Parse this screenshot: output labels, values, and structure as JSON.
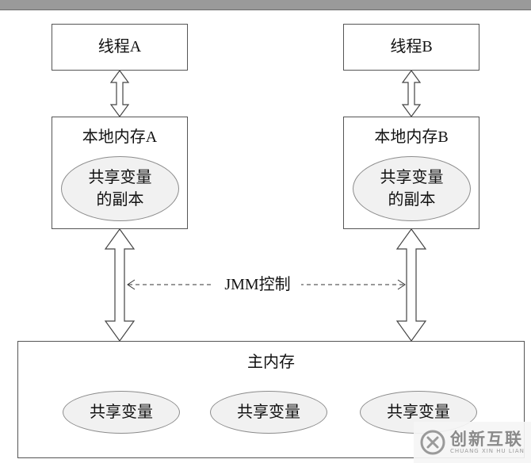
{
  "thread_a": {
    "label": "线程A"
  },
  "thread_b": {
    "label": "线程B"
  },
  "local_memory_a": {
    "label": "本地内存A",
    "copy_line1": "共享变量",
    "copy_line2": "的副本"
  },
  "local_memory_b": {
    "label": "本地内存B",
    "copy_line1": "共享变量",
    "copy_line2": "的副本"
  },
  "jmm": {
    "label": "JMM控制"
  },
  "main_memory": {
    "label": "主内存",
    "variables": [
      "共享变量",
      "共享变量",
      "共享变量"
    ]
  },
  "watermark": {
    "name": "创新互联",
    "sub": "CHUANG XIN HU LIAN",
    "icon": "x-logo-icon"
  },
  "colors": {
    "border": "#555555",
    "ellipse_fill": "#f1f1f1",
    "topbar": "#9a9a9a"
  }
}
